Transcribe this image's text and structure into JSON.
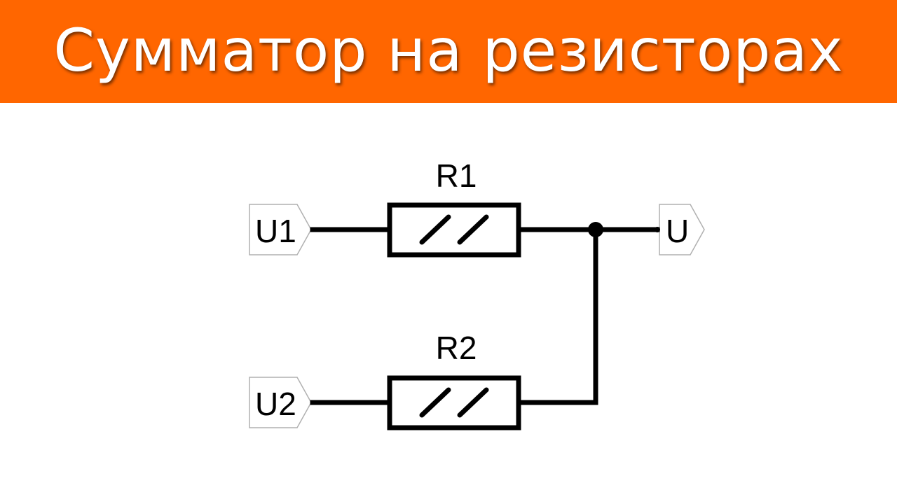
{
  "header": {
    "title": "Сумматор на резисторах",
    "background_color": "#FF6600",
    "text_color": "#FFFFFF"
  },
  "circuit": {
    "resistors": [
      {
        "label": "R1"
      },
      {
        "label": "R2"
      }
    ],
    "inputs": [
      {
        "label": "U1"
      },
      {
        "label": "U2"
      }
    ],
    "output": {
      "label": "U"
    },
    "wire_color": "#000000",
    "port_border_color": "#B0B0B0"
  }
}
